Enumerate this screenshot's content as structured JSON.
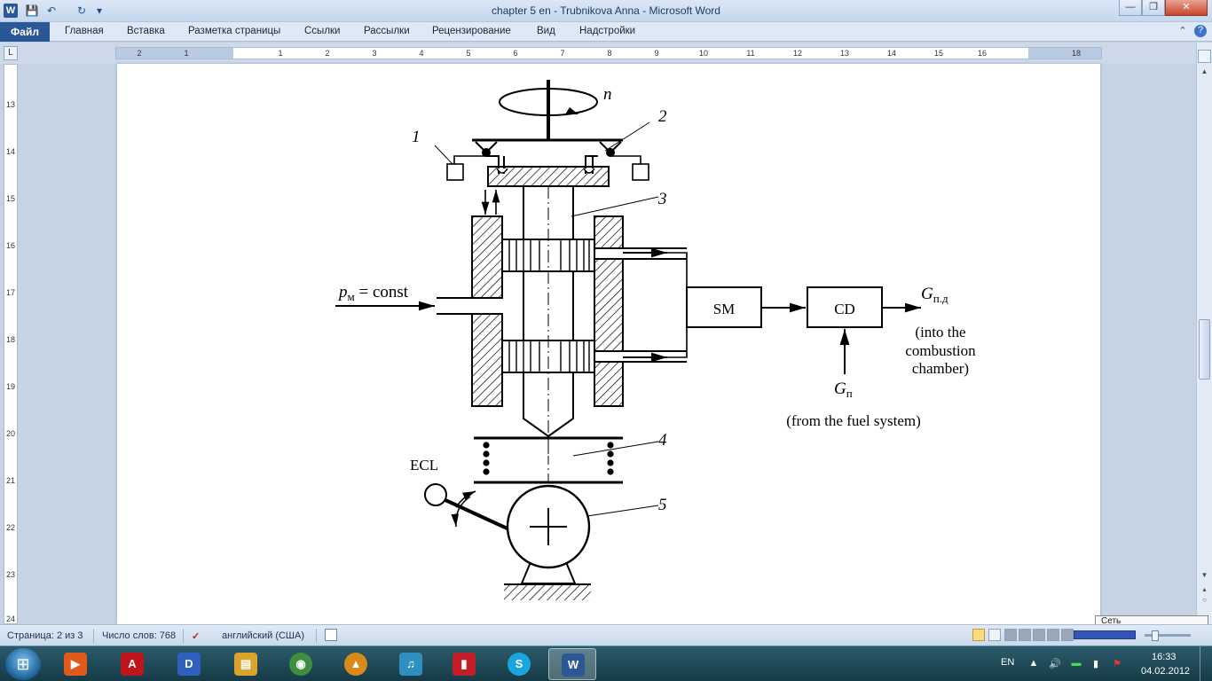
{
  "window": {
    "title": "chapter 5 en - Trubnikova Anna  -  Microsoft Word",
    "logo": "W",
    "qat": {
      "save": "💾",
      "undo": "↶",
      "redo": "↻",
      "customize": "▾"
    },
    "controls": {
      "minimize": "—",
      "maximize": "❐",
      "close": "✕"
    }
  },
  "ribbon": {
    "file": "Файл",
    "tabs": [
      "Главная",
      "Вставка",
      "Разметка страницы",
      "Ссылки",
      "Рассылки",
      "Рецензирование",
      "Вид",
      "Надстройки"
    ],
    "minimize": "⌃",
    "help": "?"
  },
  "ruler": {
    "corner": "L",
    "h_ticks": [
      "2",
      "1",
      "1",
      "2",
      "3",
      "4",
      "5",
      "6",
      "7",
      "8",
      "9",
      "10",
      "11",
      "12",
      "13",
      "14",
      "15",
      "16",
      "18"
    ],
    "v_ticks": [
      "13",
      "14",
      "15",
      "16",
      "17",
      "18",
      "19",
      "20",
      "21",
      "22",
      "23",
      "24"
    ]
  },
  "diagram": {
    "label_1": "1",
    "label_2": "2",
    "label_3": "3",
    "label_4": "4",
    "label_5": "5",
    "label_n": "n",
    "pm_main": "p",
    "pm_sub": "м",
    "pm_rest": " = const",
    "sm": "SM",
    "cd": "CD",
    "g_out_main": "G",
    "g_out_sub": "п.д",
    "into_line1": "(into the",
    "into_line2": "combustion",
    "into_line3": "chamber)",
    "g_in_main": "G",
    "g_in_sub": "п",
    "from_fuel": "(from the fuel system)",
    "ecl": "ECL"
  },
  "statusbar": {
    "page": "Страница: 2 из 3",
    "words": "Число слов: 768",
    "language": "английский (США)",
    "tooltip": "Сеть"
  },
  "taskbar": {
    "start": "⊞",
    "apps": [
      {
        "name": "media-player",
        "glyph": "▶",
        "color": "#e05a1c"
      },
      {
        "name": "autocad",
        "glyph": "A",
        "color": "#c0141b"
      },
      {
        "name": "daemon-tools",
        "glyph": "D",
        "color": "#2f5fbf"
      },
      {
        "name": "file-explorer",
        "glyph": "▤",
        "color": "#d9a32c"
      },
      {
        "name": "chrome",
        "glyph": "◉",
        "color": "#3d8e3d"
      },
      {
        "name": "archicad",
        "glyph": "▲",
        "color": "#d98a1b"
      },
      {
        "name": "music-app",
        "glyph": "♫",
        "color": "#2f8fbf"
      },
      {
        "name": "book-app",
        "glyph": "▮",
        "color": "#c41e2a"
      },
      {
        "name": "skype",
        "glyph": "S",
        "color": "#19a6e0"
      },
      {
        "name": "word",
        "glyph": "W",
        "color": "#2b5797"
      }
    ],
    "lang": "EN",
    "time": "16:33",
    "date": "04.02.2012"
  }
}
